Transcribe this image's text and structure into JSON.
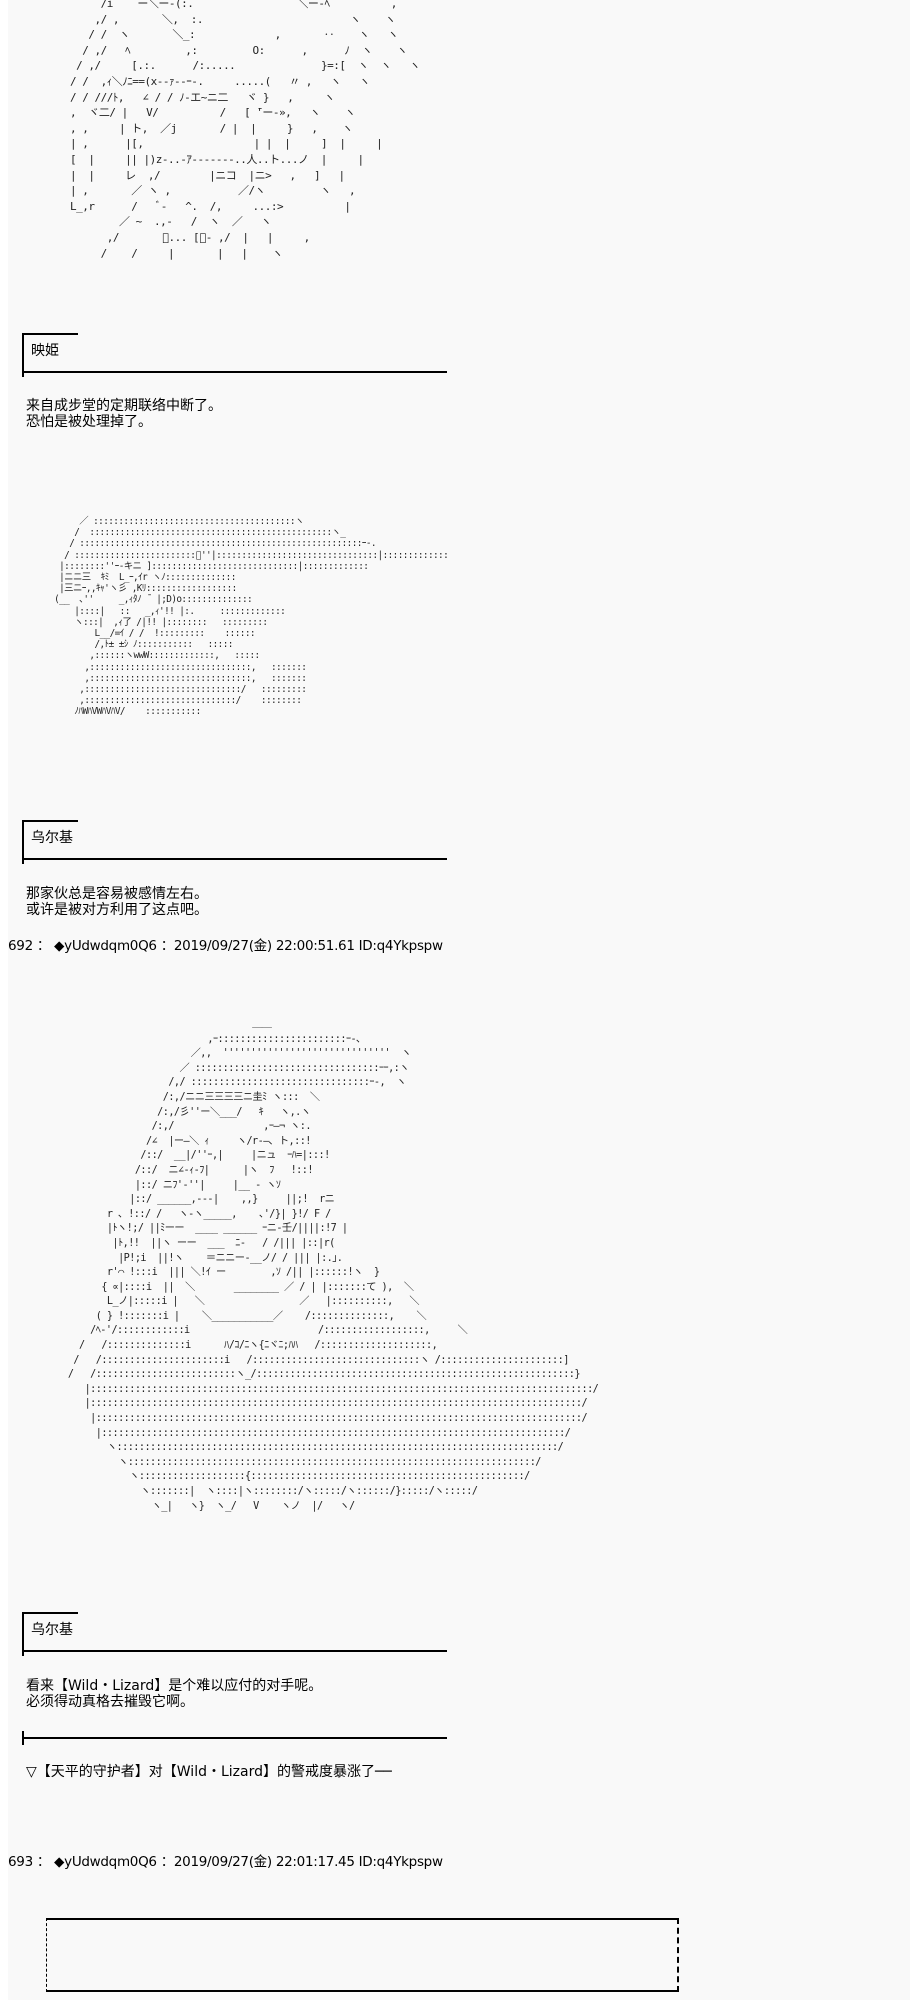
{
  "colors": {
    "page_background": "#f9f9f9",
    "margin_background": "#ffffff",
    "text": "#000000",
    "ascii_art": "#222222"
  },
  "ascii_art": {
    "art1": {
      "description": "figure-with-flowing-hair",
      "text": "     /i    ー＼ー-(:.                 ＼ー-ﾍ          ,\n    ,/ ,       ＼,  :.                        ヽ    ヽ\n   / /  ヽ       ＼_:             ,       ‥    ヽ   ヽ\n  / ,/   ﾍ         ,:         O:      ,      ﾉ  ヽ    ヽ\n / ,/     [.:.      /:.....              }=:[  ヽ  ヽ   ヽ\n/ /  ,ｨ＼ﾉﾆ==(x--ｧ--ｰ-.     .....(   〃 ,   ヽ   ヽ\n/ / ///ﾄ,   ∠ / / ﾉ-エ~ニ二   ヾ }   ,     ヽ\n,  ヾ二/ |   V/          /   [ ̄'ー-»,   ヽ    ヽ\n, ,     | ト,  ／j       / |  |     }   ,    ヽ\n| ,      |[,                  | |  |     ]  |     |\n[  |     || |)z-..-ｱ-------..人..ト...ノ  |     |\n|  |     レ  ,/        |ニコ  |ニ>   ,   ]   |\n| ,       ／ ヽ ,           ／/ヽ         ヽ   ,\nL_,r      /   ﾞ-   ^.  /,     ...:>          |\n        ／ ~  .,-   /  ヽ  ／   ヽ\n      ,/       ﾞ... [ﾞ‐ ,/  |   |     ,\n     /    /     |       |   |    ヽ"
    },
    "art2": {
      "description": "armored-knight-face",
      "text": "       ／ ::::::::::::::::::::::::::::::::::::::::ヽ\n      /  ::::::::::::::::::::::::::::::::::::::::::::::::ヽ_\n     / ::::::::::::::::::::::::::::::::::::::::::::::::::::::::ｰ-.\n    / ::::::::::::::::::::::::ﾞ''|::::::::::::::::::::::::::::::::|:::::::::::::\n   |::::::::''ｰ-キニ ]:::::::::::::::::::::::::::::|:::::::::::::\n   |ニニ三  ｷﾐ  L_ｰ,ｲr ヽﾉ::::::::::::::\n   |三ニｰ,,ｷｬ'ヽ彡 ,Kﾘ::::::::::::::::::\n  (__  ､''     _,ｨﾀﾉ ̄  |;D)o::::::::::::::\n      |::::|   ::   _,ｨ'!! |:.     :::::::::::::\n      ヽ:::|  ,ｨ了 /|!! |::::::::   :::::::::\n          L__/=ｲ / /  !:::::::::    ::::::\n          /,ﾄ± ±ｼ ﾉ:::::::::::   :::::\n         ,::::::ヽwwW:::::::::::::,   :::::\n        ,::::::::::::::::::::::::::::::::,   :::::::\n        ,::::::::::::::::::::::::::::::::,   :::::::\n       ,:::::::::::::::::::::::::::::::/   :::::::::\n       ,::::::::::::::::::::::::::::::/    ::::::::\n      ﾉﾊWﾊVWﾊVﾊV/    :::::::::::"
    },
    "art3": {
      "description": "helmeted-warrior-portrait",
      "text": "                                           ＿＿\n                                   ,ｰ:::::::::::::::::::::::ｰ-､\n                                ／,,  ''''''''''''''''''''''''''''''  ヽ\n                              ／ :::::::::::::::::::::::::::::::::ｰｰ,:ヽ\n                            /,/ ::::::::::::::::::::::::::::::::ｰ-,  ヽ\n                           /:,/ニニ三三三三ニ圭ﾐ ヽ:::  ＼\n                          /:,/彡''ー＼___/   ｷ   ヽ,.ヽ\n                         /:,/                ,ｰ―¬ ヽ:.\n                        /∠  |ー―＼ ｨ     ヽ/r-―､ ト,::!\n                       /::/  __|/''ｰ,|     |ニュ  ｰﾊ=|:::!\n                      /::/  ニ∠-ｨ-ﾌ|      |ヽ  ﾌ   !::!\n                      |::/ ニﾌ'-''|     |__ - ヽｿ\n                     |::/ ______,---|    ,,}     ||;!  rニ\n                 r ､ !::/ /   ヽ-ヽ_____,    ､'/}| }!/ F /\n                 |ﾄヽ!;/ ||ﾐーー  ____ ______ ｰニ-壬/||||:!7 |\n                  |ﾄ,!!  ||ヽ ーー  ___  ﾆ-   / /||| |::|r(\n                   |P!;i  ||!ヽ    ＝ニニー-__ノ/ / ||| |:.｣.\n                 r'⌒ !:::i  ||| ＼!ｲ ー        ,ｿ /|| |::::::!ヽ  }\n                { ∝|::::i  ||  ＼       ________ ／ / | |:::::::て ),  ＼\n                 L_ノ|:::::i |   ＼                 ／   |::::::::::,   ＼\n               ( } !:::::::i |    ＼___________／    /::::::::::::::,    ＼\n              /ﾍ-'/::::::::::::i                       /::::::::::::::::::,     ＼\n            /   /::::::::::::::i      ﾊ/ｺ/ﾆヽ{ﾆヾﾆ;ﾊﾊ   /::::::::::::::::::::,\n           /   /::::::::::::::::::::::i   /::::::::::::::::::::::::::::::ヽ /::::::::::::::::::::::]\n          /   /:::::::::::::::::::::::::ヽ_/:::::::::::::::::::::::::::::::::::::::::::::::::::::::::}\n             |::::::::::::::::::::::::::::::::::::::::::::::::::::::::::::::::::::::::::::::::::::::::::/\n             |::::::::::::::::::::::::::::::::::::::::::::::::::::::::::::::::::::::::::::::::::::::::/\n              |:::::::::::::::::::::::::::::::::::::::::::::::::::::::::::::::::::::::::::::::::::::::/\n               |:::::::::::::::::::::::::::::::::::::::::::::::::::::::::::::::::::::::::::::::::::/\n                 ヽ:::::::::::::::::::::::::::::::::::::::::::::::::::::::::::::::::::::::::::::::/\n                   ヽ:::::::::::::::::::::::::::::::::::::::::::::::::::::::::::::::::::::::::/\n                     ヽ:::::::::::::::::::{:::::::::::::::::::::::::::::::::::::::::::::::::/\n                       ヽ:::::::|  ヽ::::|ヽ::::::::/ヽ:::::/ヽ::::::/}:::::/ヽ:::::/\n                         ヽ_|   ヽ}  ヽ_/   V    ヽノ  |/   ヽ/"
    }
  },
  "posts": [
    {
      "speaker": "映姫",
      "lines": [
        "来自成步堂的定期联络中断了。",
        "恐怕是被处理掉了。"
      ]
    },
    {
      "speaker": "乌尔基",
      "lines": [
        "那家伙总是容易被感情左右。",
        "或许是被对方利用了这点吧。"
      ]
    },
    {
      "speaker": "乌尔基",
      "lines": [
        "看来【Wild・Lizard】是个难以应付的对手呢。",
        "必须得动真格去摧毁它啊。"
      ]
    }
  ],
  "post_headers": [
    {
      "number": "692",
      "text": "692 ： ◆yUdwdqm0Q6 ：2019/09/27(金) 22:00:51.61 ID:q4Ykpspw",
      "trip": "◆yUdwdqm0Q6",
      "date": "2019/09/27(金)",
      "time": "22:00:51.61",
      "id": "ID:q4Ykpspw"
    },
    {
      "number": "693",
      "text": "693 ： ◆yUdwdqm0Q6 ：2019/09/27(金) 22:01:17.45 ID:q4Ykpspw",
      "trip": "◆yUdwdqm0Q6",
      "date": "2019/09/27(金)",
      "time": "22:01:17.45",
      "id": "ID:q4Ykpspw"
    }
  ],
  "system_message": "▽【天平的守护者】对【Wild・Lizard】的警戒度暴涨了──"
}
